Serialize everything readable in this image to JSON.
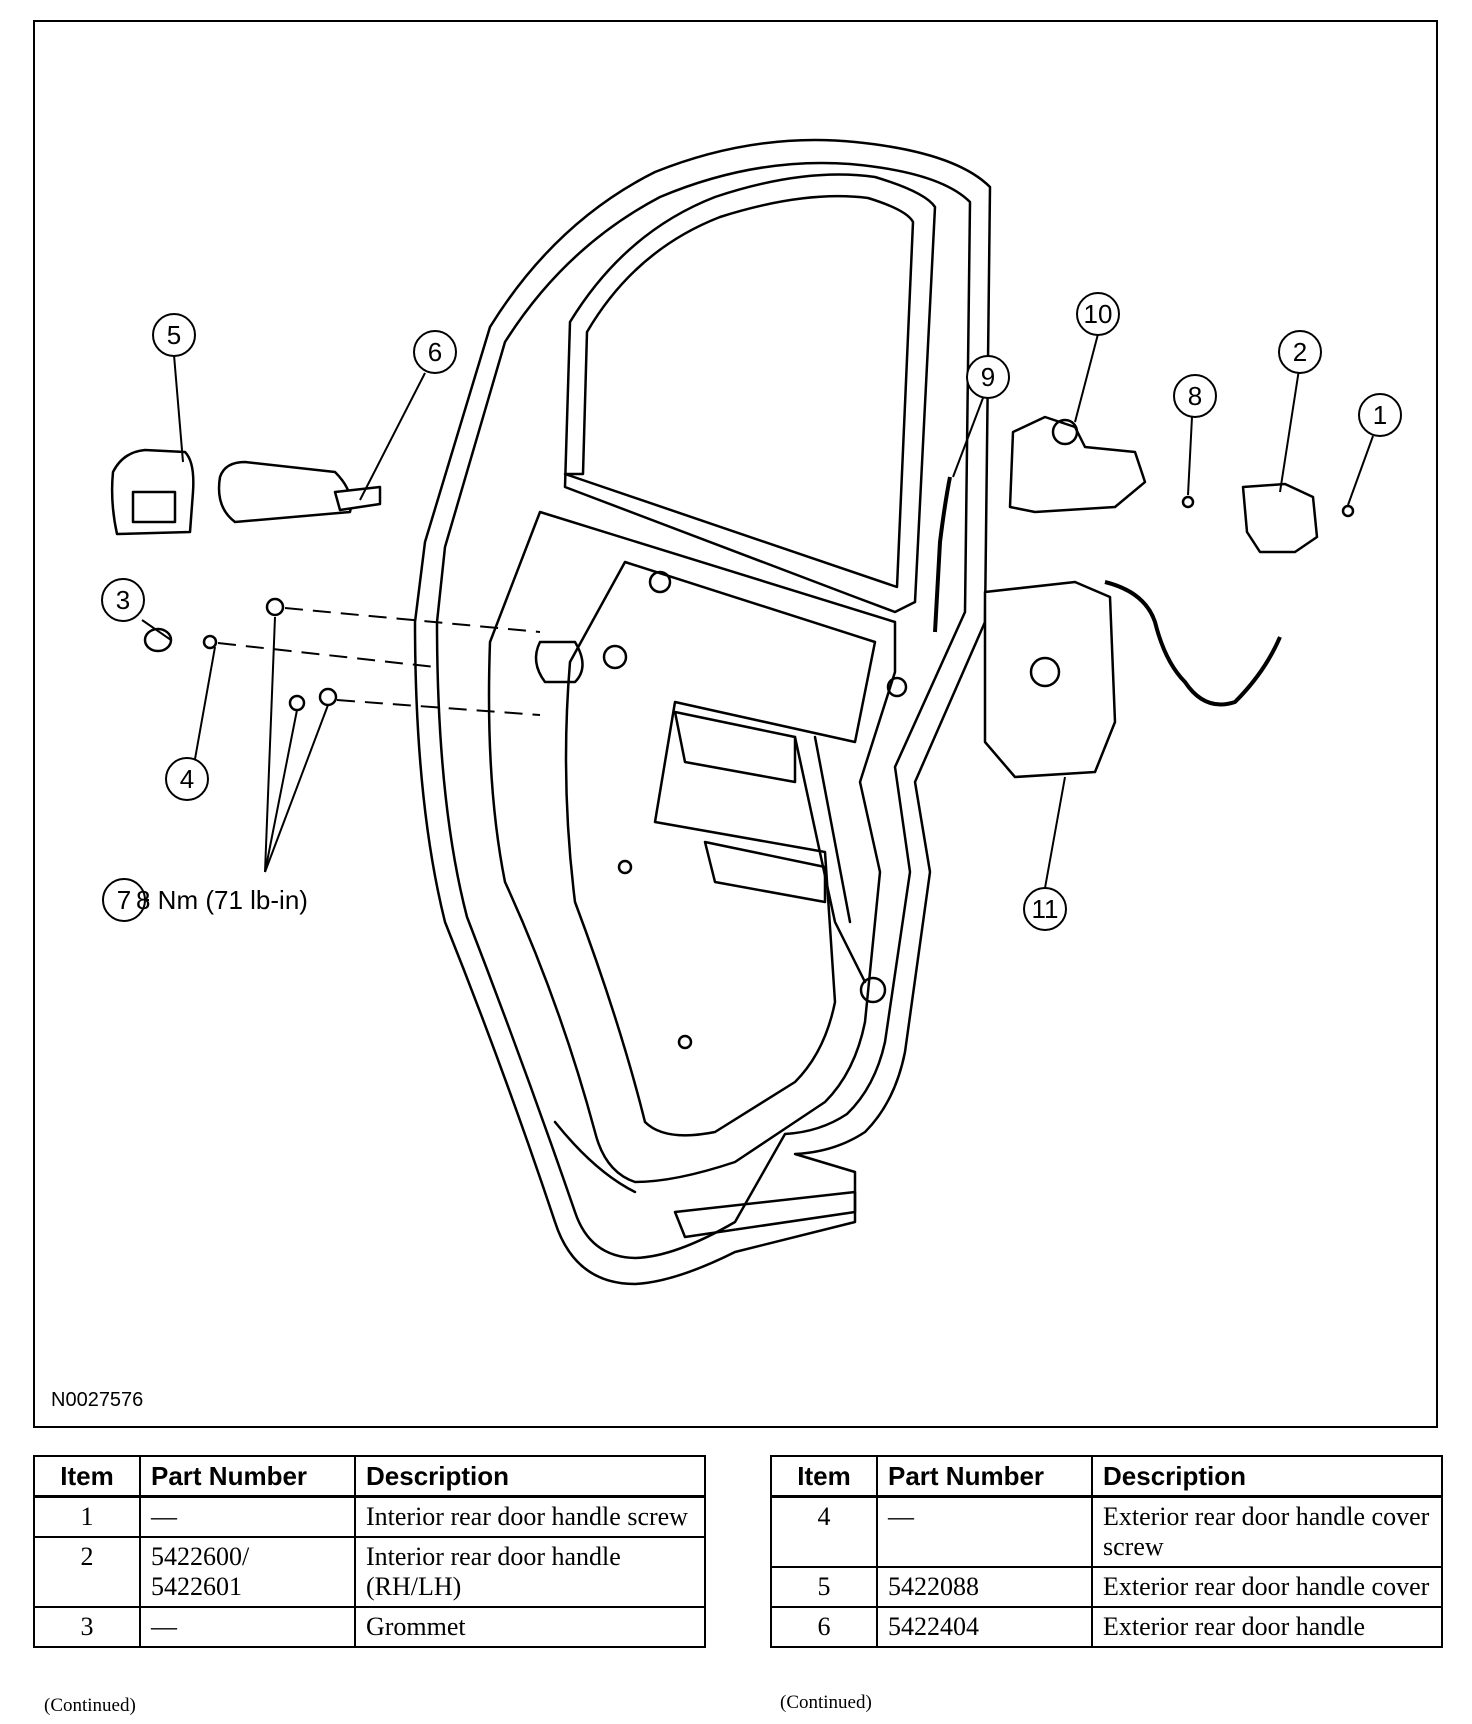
{
  "figure": {
    "code": "N0027576",
    "torque_spec": "8 Nm (71 lb-in)",
    "callouts": [
      "1",
      "2",
      "3",
      "4",
      "5",
      "6",
      "7",
      "8",
      "9",
      "10",
      "11"
    ]
  },
  "tables": {
    "headers": {
      "item": "Item",
      "part_number": "Part Number",
      "description": "Description"
    },
    "left": {
      "rows": [
        {
          "item": "1",
          "part_number": "—",
          "description": "Interior rear door handle screw"
        },
        {
          "item": "2",
          "part_number": "5422600/ 5422601",
          "description": "Interior rear door handle (RH/LH)"
        },
        {
          "item": "3",
          "part_number": "—",
          "description": "Grommet"
        }
      ],
      "continued": "(Continued)"
    },
    "right": {
      "rows": [
        {
          "item": "4",
          "part_number": "—",
          "description": "Exterior rear door handle cover screw"
        },
        {
          "item": "5",
          "part_number": "5422088",
          "description": "Exterior rear door handle cover"
        },
        {
          "item": "6",
          "part_number": "5422404",
          "description": "Exterior rear door handle"
        }
      ],
      "continued": "(Continued)"
    }
  }
}
